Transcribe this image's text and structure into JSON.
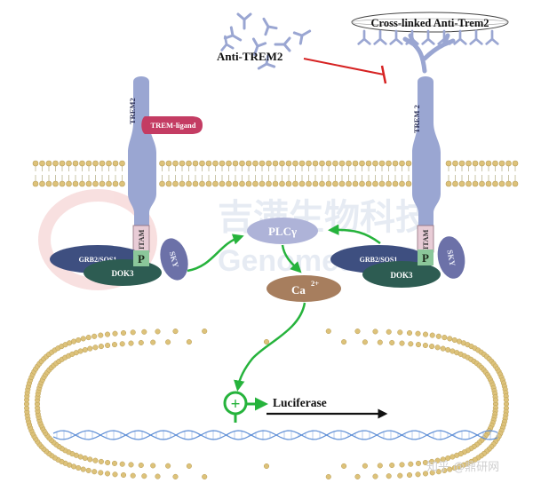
{
  "labels": {
    "cross_linked": "Cross-linked Anti-Trem2",
    "anti_trem2": "Anti-TREM2",
    "trem2_left": "TREM2",
    "trem2_right": "TREM 2",
    "trem_ligand": "TREM-ligand",
    "itam": "ITAM",
    "phospho": "P",
    "sky": "SKY",
    "grb2_sos1": "GRB2/SOS1",
    "dok3": "DOK3",
    "plc": "PLCγ",
    "calcium": "Ca",
    "calcium_charge": "2+",
    "luciferase": "Luciferase",
    "plus": "+"
  },
  "watermark": {
    "cn": "吉满生物科技",
    "en": "Genomeditech",
    "credit": "知乎 @鼎研网"
  },
  "colors": {
    "receptor": "#9aa6d2",
    "ligand": "#c43c63",
    "grb2": "#3e4f80",
    "dok3": "#2d5c52",
    "sky": "#6c71a8",
    "itam": "#e8ccd6",
    "phospho": "#8bc79a",
    "plc": "#aeb3d8",
    "calcium": "#a77e5e",
    "green_arrow": "#26b33c",
    "inhibit": "#d62222",
    "membrane_head": "#ddc27a",
    "dna_blue": "#5f8fd6"
  }
}
